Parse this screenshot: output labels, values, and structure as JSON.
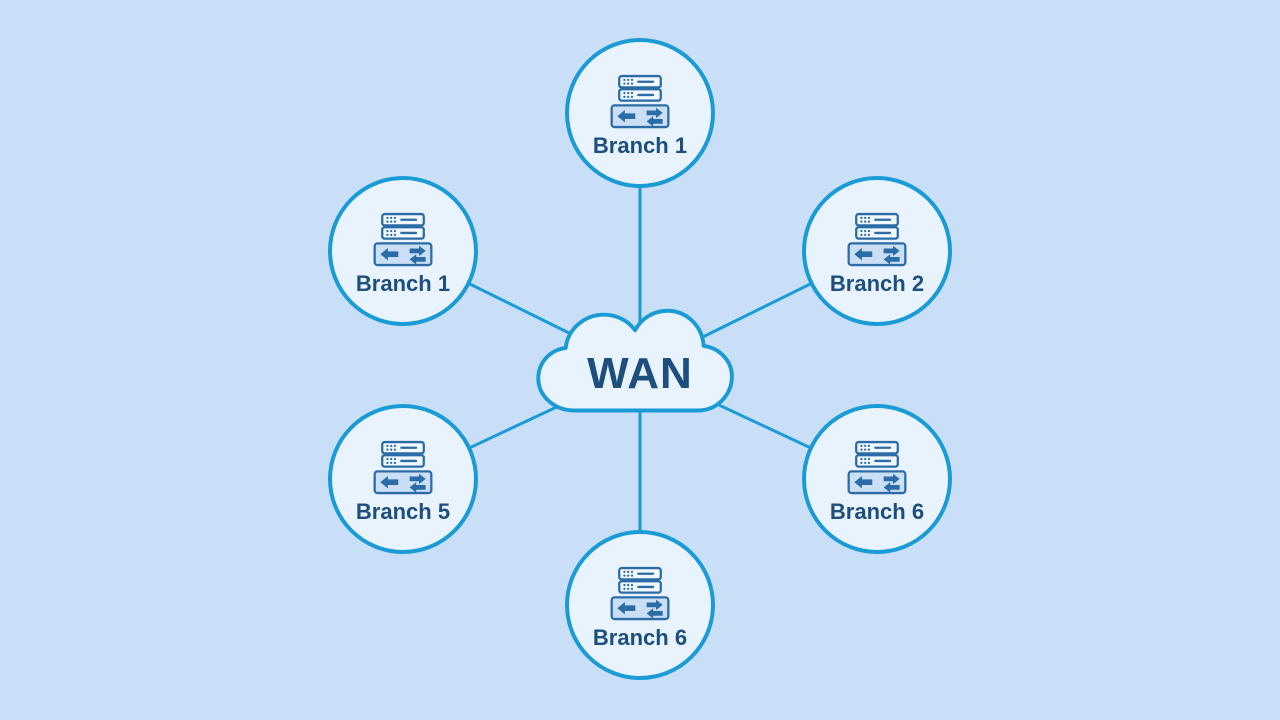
{
  "diagram": {
    "type": "hub-and-spoke network topology",
    "hub": {
      "label": "WAN",
      "shape": "cloud"
    },
    "nodes": [
      {
        "id": "top",
        "label": "Branch 1",
        "icon": "server-router-icon"
      },
      {
        "id": "upper-left",
        "label": "Branch 1",
        "icon": "server-router-icon"
      },
      {
        "id": "upper-right",
        "label": "Branch 2",
        "icon": "server-router-icon"
      },
      {
        "id": "lower-left",
        "label": "Branch 5",
        "icon": "server-router-icon"
      },
      {
        "id": "lower-right",
        "label": "Branch 6",
        "icon": "server-router-icon"
      },
      {
        "id": "bottom",
        "label": "Branch 6",
        "icon": "server-router-icon"
      }
    ],
    "connections": [
      {
        "from": "top",
        "to": "hub"
      },
      {
        "from": "upper-left",
        "to": "hub"
      },
      {
        "from": "upper-right",
        "to": "hub"
      },
      {
        "from": "lower-left",
        "to": "hub"
      },
      {
        "from": "lower-right",
        "to": "hub"
      },
      {
        "from": "bottom",
        "to": "hub"
      }
    ],
    "colors": {
      "background": "#c9dff7",
      "node_fill": "#e9f3fd",
      "outline": "#1b9bd6",
      "text": "#1d4e7c",
      "icon": "#2b6ca6"
    }
  }
}
